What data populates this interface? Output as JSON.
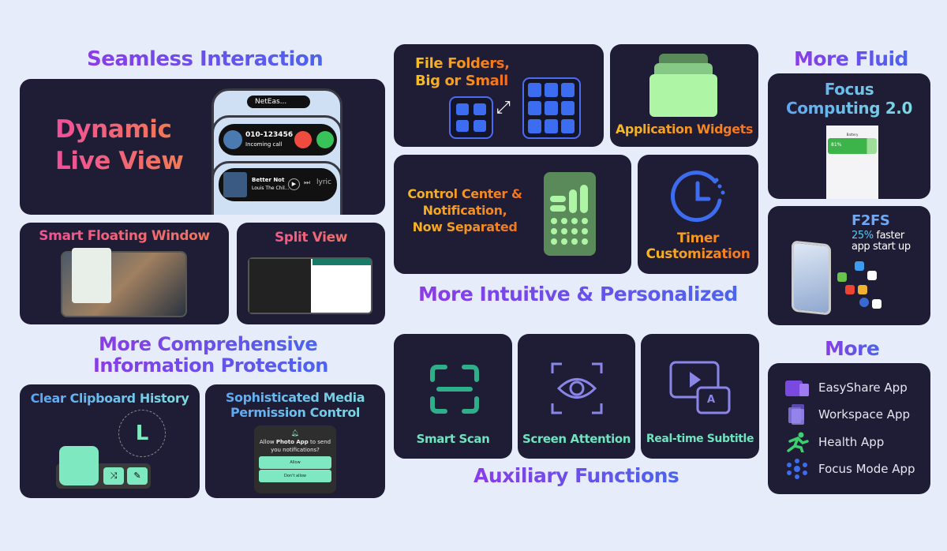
{
  "headings": {
    "seamless": "Seamless Interaction",
    "protection_1": "More Comprehensive",
    "protection_2": "Information Protection",
    "intuitive": "More Intuitive & Personalized",
    "auxiliary": "Auxiliary Functions",
    "fluid": "More Fluid",
    "more": "More"
  },
  "dynamic": {
    "title_1": "Dynamic",
    "title_2": "Live View",
    "island": "NetEas...",
    "call_number": "010-123456",
    "call_status": "Incoming call",
    "song": "Better Not",
    "artist": "Louis The Chil...",
    "lyric": "lyric"
  },
  "floating": {
    "title": "Smart Floating Window"
  },
  "split": {
    "title": "Split View"
  },
  "clipboard": {
    "title": "Clear Clipboard History"
  },
  "media": {
    "title_1": "Sophisticated Media",
    "title_2": "Permission Control",
    "prompt_pre": "Allow ",
    "prompt_app": "Photo App",
    "prompt_post": " to send you notifications?",
    "allow": "Allow",
    "deny": "Don't allow"
  },
  "folders": {
    "title_1": "File Folders,",
    "title_2": "Big or Small"
  },
  "widgets": {
    "title": "Application Widgets"
  },
  "control": {
    "title_1": "Control Center &",
    "title_2": "Notification,",
    "title_3": "Now Separated"
  },
  "timer": {
    "title_1": "Timer",
    "title_2": "Customization"
  },
  "aux": {
    "scan": "Smart Scan",
    "attention": "Screen Attention",
    "subtitle": "Real-time Subtitle",
    "subtitle_glyph": "A"
  },
  "focus": {
    "title_1": "Focus",
    "title_2": "Computing 2.0",
    "battery_title": "Battery",
    "battery_pct": "81%"
  },
  "f2fs": {
    "title": "F2FS",
    "pct": "25%",
    "line1": " faster",
    "line2": "app start up"
  },
  "more_apps": [
    {
      "label": "EasyShare App",
      "icon": "easyshare-icon"
    },
    {
      "label": "Workspace App",
      "icon": "workspace-icon"
    },
    {
      "label": "Health App",
      "icon": "health-icon"
    },
    {
      "label": "Focus Mode App",
      "icon": "focus-mode-icon"
    }
  ]
}
